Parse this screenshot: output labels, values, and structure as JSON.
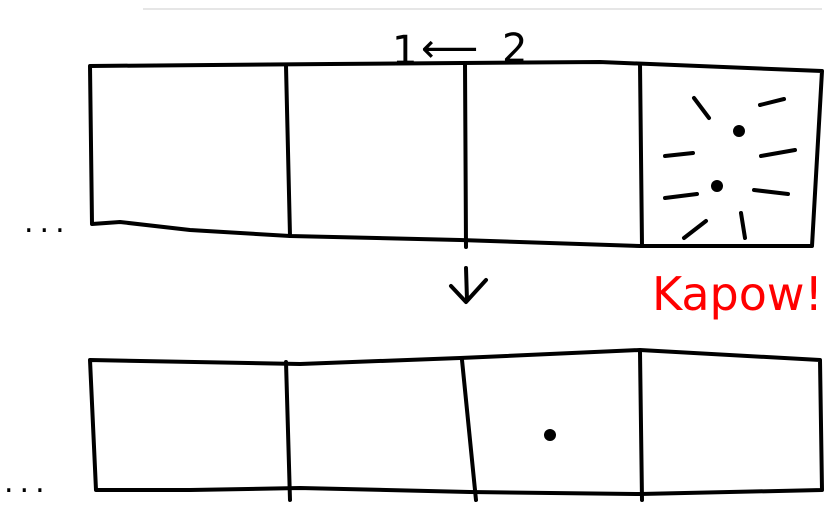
{
  "top_label": {
    "left": "1",
    "arrow": "⟵",
    "right": "2"
  },
  "exclamation": {
    "text": "Kapow!",
    "color": "#ff0000"
  },
  "ellipsis": {
    "text": "..."
  },
  "ink_color": "#000000",
  "rows": [
    {
      "name": "before-row",
      "cells": 4,
      "particles_in_cell": 4,
      "particle_count": 2,
      "burst": true
    },
    {
      "name": "after-row",
      "cells": 4,
      "particles_in_cell": 3,
      "particle_count": 1,
      "burst": false
    }
  ],
  "transition_arrow": "down-arrow-icon"
}
